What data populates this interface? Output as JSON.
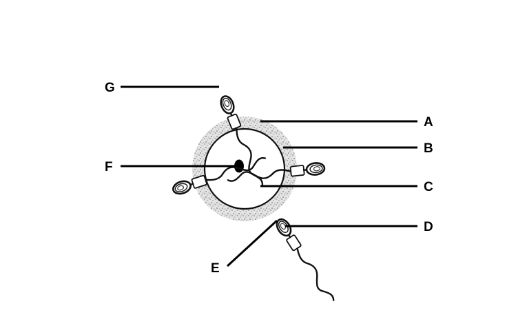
{
  "diagram": {
    "labels": {
      "A": "A",
      "B": "B",
      "C": "C",
      "D": "D",
      "E": "E",
      "F": "F",
      "G": "G"
    }
  }
}
